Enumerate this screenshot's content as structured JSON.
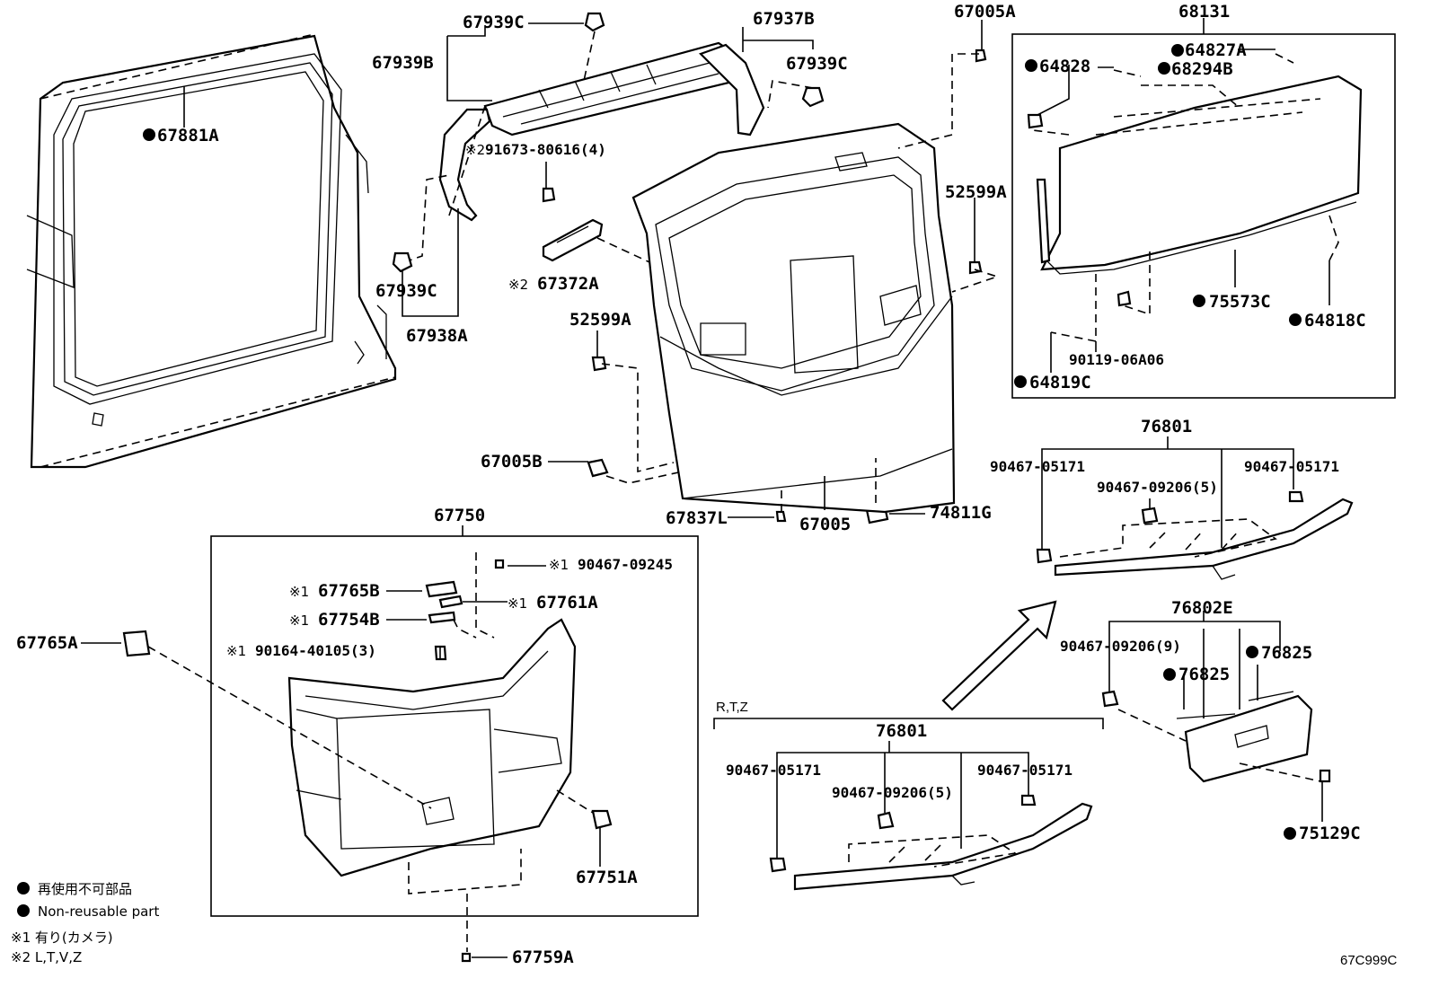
{
  "labels": {
    "p67881A": "67881A",
    "p67939C_top": "67939C",
    "p67939B": "67939B",
    "p67937B": "67937B",
    "p67939C_right": "67939C",
    "p67005A": "67005A",
    "p68131": "68131",
    "p64827A": "64827A",
    "p64828": "64828",
    "p68294B": "68294B",
    "p91673": "91673-80616(4)",
    "p52599A_right": "52599A",
    "p67939C_left": "67939C",
    "p67372A": "67372A",
    "p67938A": "67938A",
    "p52599A_left": "52599A",
    "p75573C": "75573C",
    "p64818C": "64818C",
    "p90119": "90119-06A06",
    "p64819C": "64819C",
    "p76801_top": "76801",
    "p90467_05171_a": "90467-05171",
    "p90467_05171_b": "90467-05171",
    "p90467_09206_a": "90467-09206(5)",
    "p67005B": "67005B",
    "p67837L": "67837L",
    "p67005": "67005",
    "p74811G": "74811G",
    "p67750": "67750",
    "p90467_09245": "90467-09245",
    "p67765B": "67765B",
    "p67761A": "67761A",
    "p67754B": "67754B",
    "p67765A": "67765A",
    "p90164": "90164-40105(3)",
    "p76802E": "76802E",
    "p90467_09206_9": "90467-09206(9)",
    "p76825_a": "76825",
    "p76825_b": "76825",
    "prtz": "R,T,Z",
    "p76801_bottom": "76801",
    "p90467_05171_c": "90467-05171",
    "p90467_05171_d": "90467-05171",
    "p90467_09206_b": "90467-09206(5)",
    "p67751A": "67751A",
    "p75129C": "75129C",
    "p67759A": "67759A"
  },
  "marks": {
    "note1": "※1",
    "note2": "※2"
  },
  "legend": {
    "jp": "再使用不可部品",
    "en": "Non-reusable part",
    "note1": "※1 有り(カメラ)",
    "note2": "※2 L,T,V,Z"
  },
  "figure_code": "67C999C"
}
